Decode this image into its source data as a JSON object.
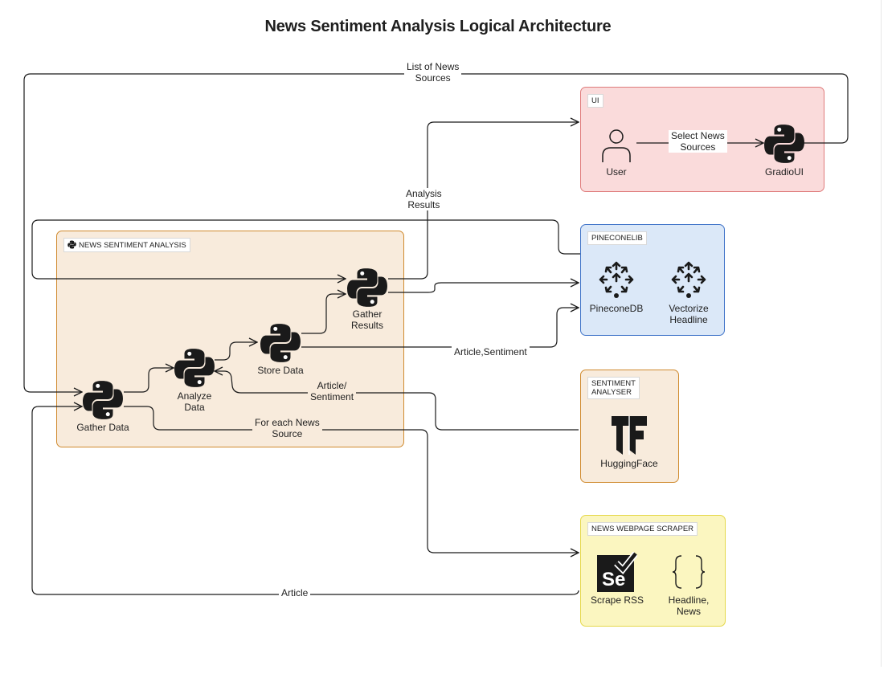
{
  "title": "News Sentiment Analysis Logical Architecture",
  "groups": {
    "analysis": "NEWS SENTIMENT ANALYSIS",
    "ui": "UI",
    "pinecone": "PINECONELIB",
    "sentiment_line1": "SENTIMENT",
    "sentiment_line2": "ANALYSER",
    "scraper": "NEWS WEBPAGE SCRAPER"
  },
  "nodes": {
    "gather_data": "Gather Data",
    "analyze_data_1": "Analyze",
    "analyze_data_2": "Data",
    "store_data": "Store Data",
    "gather_results_1": "Gather",
    "gather_results_2": "Results",
    "user": "User",
    "gradio_ui": "GradioUI",
    "pinecone_db": "PineconeDB",
    "vectorize_1": "Vectorize",
    "vectorize_2": "Headline",
    "hugging_face": "HuggingFace",
    "scrape_rss": "Scrape RSS",
    "headline_news_1": "Headline,",
    "headline_news_2": "News"
  },
  "edges": {
    "list_sources_1": "List of News",
    "list_sources_2": "Sources",
    "select_sources_1": "Select News",
    "select_sources_2": "Sources",
    "analysis_results_1": "Analysis",
    "analysis_results_2": "Results",
    "article_sentiment_store": "Article,Sentiment",
    "article_sentiment_1": "Article/",
    "article_sentiment_2": "Sentiment",
    "for_each_1": "For each News",
    "for_each_2": "Source",
    "article": "Article"
  },
  "colors": {
    "analysis_fill": "#f8ebdc",
    "analysis_border": "#d08a2e",
    "ui_fill": "#fadbdb",
    "ui_border": "#df7b7b",
    "pinecone_fill": "#dbe8f8",
    "pinecone_border": "#3f73c8",
    "scraper_fill": "#fbf6c0",
    "scraper_border": "#e5d84a",
    "icon": "#1a1a1a"
  },
  "icons": [
    "python-icon",
    "user-icon",
    "pinecone-icon",
    "tensorflow-icon",
    "selenium-icon",
    "braces-icon"
  ]
}
